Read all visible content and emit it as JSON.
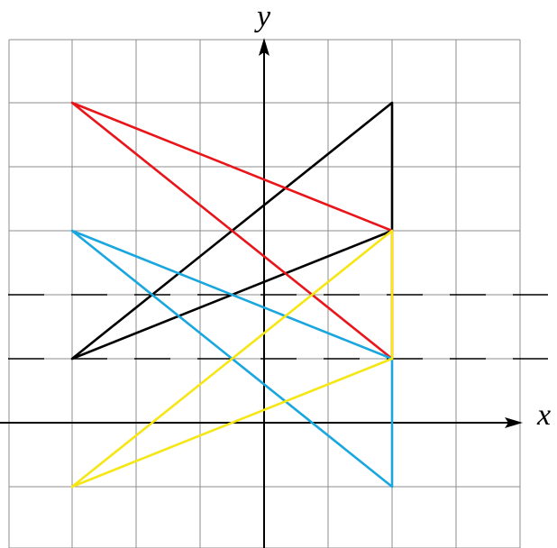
{
  "axes": {
    "x_label": "x",
    "y_label": "y",
    "x_range": [
      -4,
      4
    ],
    "y_range": [
      -2,
      6
    ]
  },
  "grid": {
    "visible": true,
    "step": 1,
    "color": "#8c8c8c"
  },
  "dashed_lines": [
    {
      "y": 2
    },
    {
      "y": 1
    }
  ],
  "triangles": [
    {
      "name": "black",
      "color": "#000000",
      "vertices": [
        [
          -3,
          1
        ],
        [
          2,
          5
        ],
        [
          2,
          3
        ]
      ]
    },
    {
      "name": "red",
      "color": "#e8161b",
      "vertices": [
        [
          -3,
          5
        ],
        [
          2,
          3
        ],
        [
          2,
          1
        ]
      ]
    },
    {
      "name": "blue",
      "color": "#1aa7e0",
      "vertices": [
        [
          -3,
          3
        ],
        [
          2,
          1
        ],
        [
          2,
          -1
        ]
      ]
    },
    {
      "name": "yellow",
      "color": "#f5e614",
      "vertices": [
        [
          -3,
          -1
        ],
        [
          2,
          3
        ],
        [
          2,
          1
        ]
      ]
    }
  ]
}
